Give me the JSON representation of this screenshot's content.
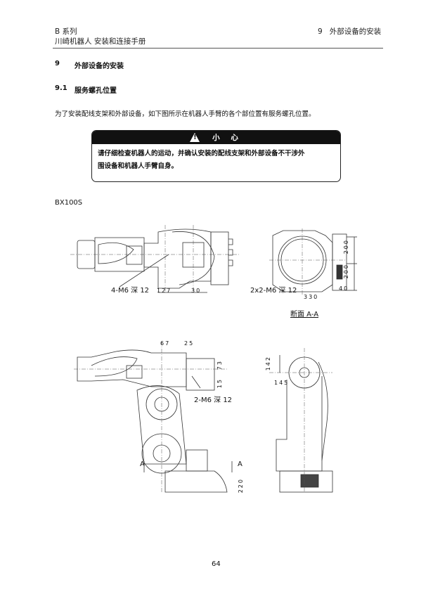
{
  "header": {
    "series": "B 系列",
    "manual_title": "川崎机器人  安装和连接手册",
    "chapter": "9   外部设备的安装"
  },
  "section": {
    "number": "9",
    "title": "外部设备的安装"
  },
  "subsection": {
    "number": "9.1",
    "title": "服务螺孔位置"
  },
  "intro": "为了安装配线支架和外部设备，如下图所示在机器人手臂的各个部位置有服务螺孔位置。",
  "caution": {
    "icon": "warning-triangle-icon",
    "title": "小 心",
    "text_line1": "请仔细检查机器人的运动，并确认安装的配线支架和外部设备不干涉外",
    "text_line2": "围设备和机器人手臂自身。"
  },
  "model": "BX100S",
  "figures": {
    "top_view": {
      "callout": "4-M6 深 12",
      "dim1": "127",
      "dim2": "30"
    },
    "section_view": {
      "callout": "2x2-M6 深 12",
      "dim_h1": "200",
      "dim_h2": "200",
      "dim_w1": "330",
      "dim_w2": "40",
      "caption": "断面 A-A"
    },
    "side_view": {
      "callout": "2-M6 深 12",
      "dim1": "67",
      "dim2": "25",
      "dim3": "73",
      "dim4": "15",
      "dim5": "220",
      "section_mark_left": "A",
      "section_mark_right": "A"
    },
    "front_view": {
      "dim1": "142",
      "dim2": "145"
    }
  },
  "page_number": "64"
}
